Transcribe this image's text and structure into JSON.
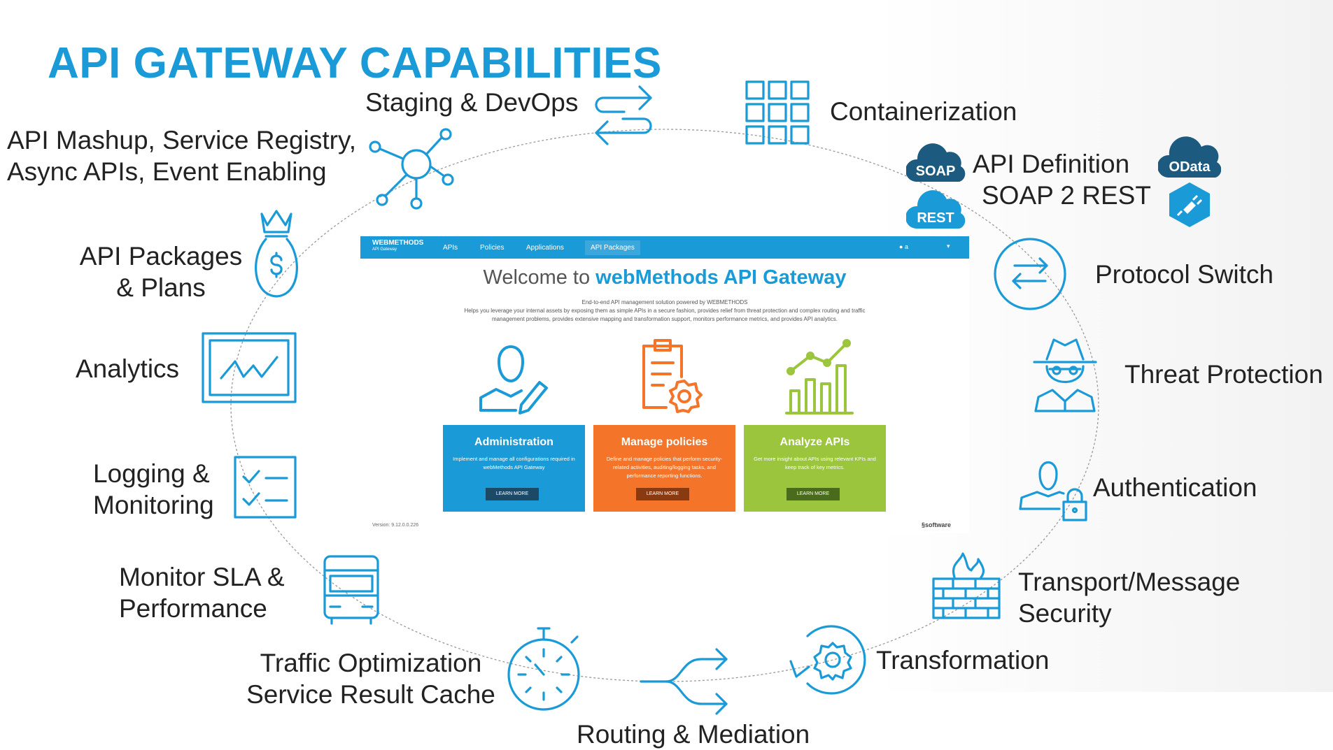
{
  "title": "API GATEWAY CAPABILITIES",
  "capabilities": {
    "staging": "Staging & DevOps",
    "containerization": "Containerization",
    "mashup_line1": "API Mashup, Service Registry,",
    "mashup_line2": "Async APIs, Event Enabling",
    "api_definition_line1": "API Definition",
    "api_definition_line2": "SOAP 2 REST",
    "packages_line1": "API Packages",
    "packages_line2": "& Plans",
    "protocol_switch": "Protocol Switch",
    "analytics": "Analytics",
    "threat_protection": "Threat Protection",
    "logging_line1": "Logging &",
    "logging_line2": "Monitoring",
    "authentication": "Authentication",
    "monitor_sla_line1": "Monitor SLA &",
    "monitor_sla_line2": "Performance",
    "transport_line1": "Transport/Message",
    "transport_line2": "Security",
    "transformation": "Transformation",
    "traffic_line1": "Traffic Optimization",
    "traffic_line2": "Service Result Cache",
    "routing": "Routing & Mediation"
  },
  "badges": {
    "soap": "SOAP",
    "rest": "REST",
    "odata": "OData"
  },
  "screenshot": {
    "brand": "WEBMETHODS",
    "brand_sub": "API Gateway",
    "nav": [
      "APIs",
      "Policies",
      "Applications",
      "API Packages"
    ],
    "user": "a",
    "welcome_prefix": "Welcome to ",
    "welcome_brand": "webMethods API Gateway",
    "subtitle": "End-to-end API management solution powered by WEBMETHODS",
    "description": "Helps you leverage your internal assets by exposing them as simple APIs in a secure fashion, provides relief from threat protection and complex routing and traffic management problems, provides extensive mapping and transformation support, monitors performance metrics, and provides API analytics.",
    "cards": [
      {
        "title": "Administration",
        "text": "Implement and manage all configurations required in webMethods API Gateway",
        "button": "LEARN MORE",
        "color": "#1a9ad6",
        "btn_color": "#1c4a66"
      },
      {
        "title": "Manage policies",
        "text": "Define and manage policies that perform security-related activities, auditing/logging tasks, and performance reporting functions.",
        "button": "LEARN MORE",
        "color": "#f47529",
        "btn_color": "#8a3a10"
      },
      {
        "title": "Analyze APIs",
        "text": "Get more insight about APIs using relevant KPIs and keep track of key metrics.",
        "button": "LEARN MORE",
        "color": "#9ac53c",
        "btn_color": "#4a6a1c"
      }
    ],
    "version": "Version: 9.12.0.0.226",
    "vendor": "software"
  },
  "colors": {
    "accent": "#1a9ad6",
    "orange": "#f47529",
    "green": "#9ac53c",
    "dark_blue": "#1c5a80"
  }
}
